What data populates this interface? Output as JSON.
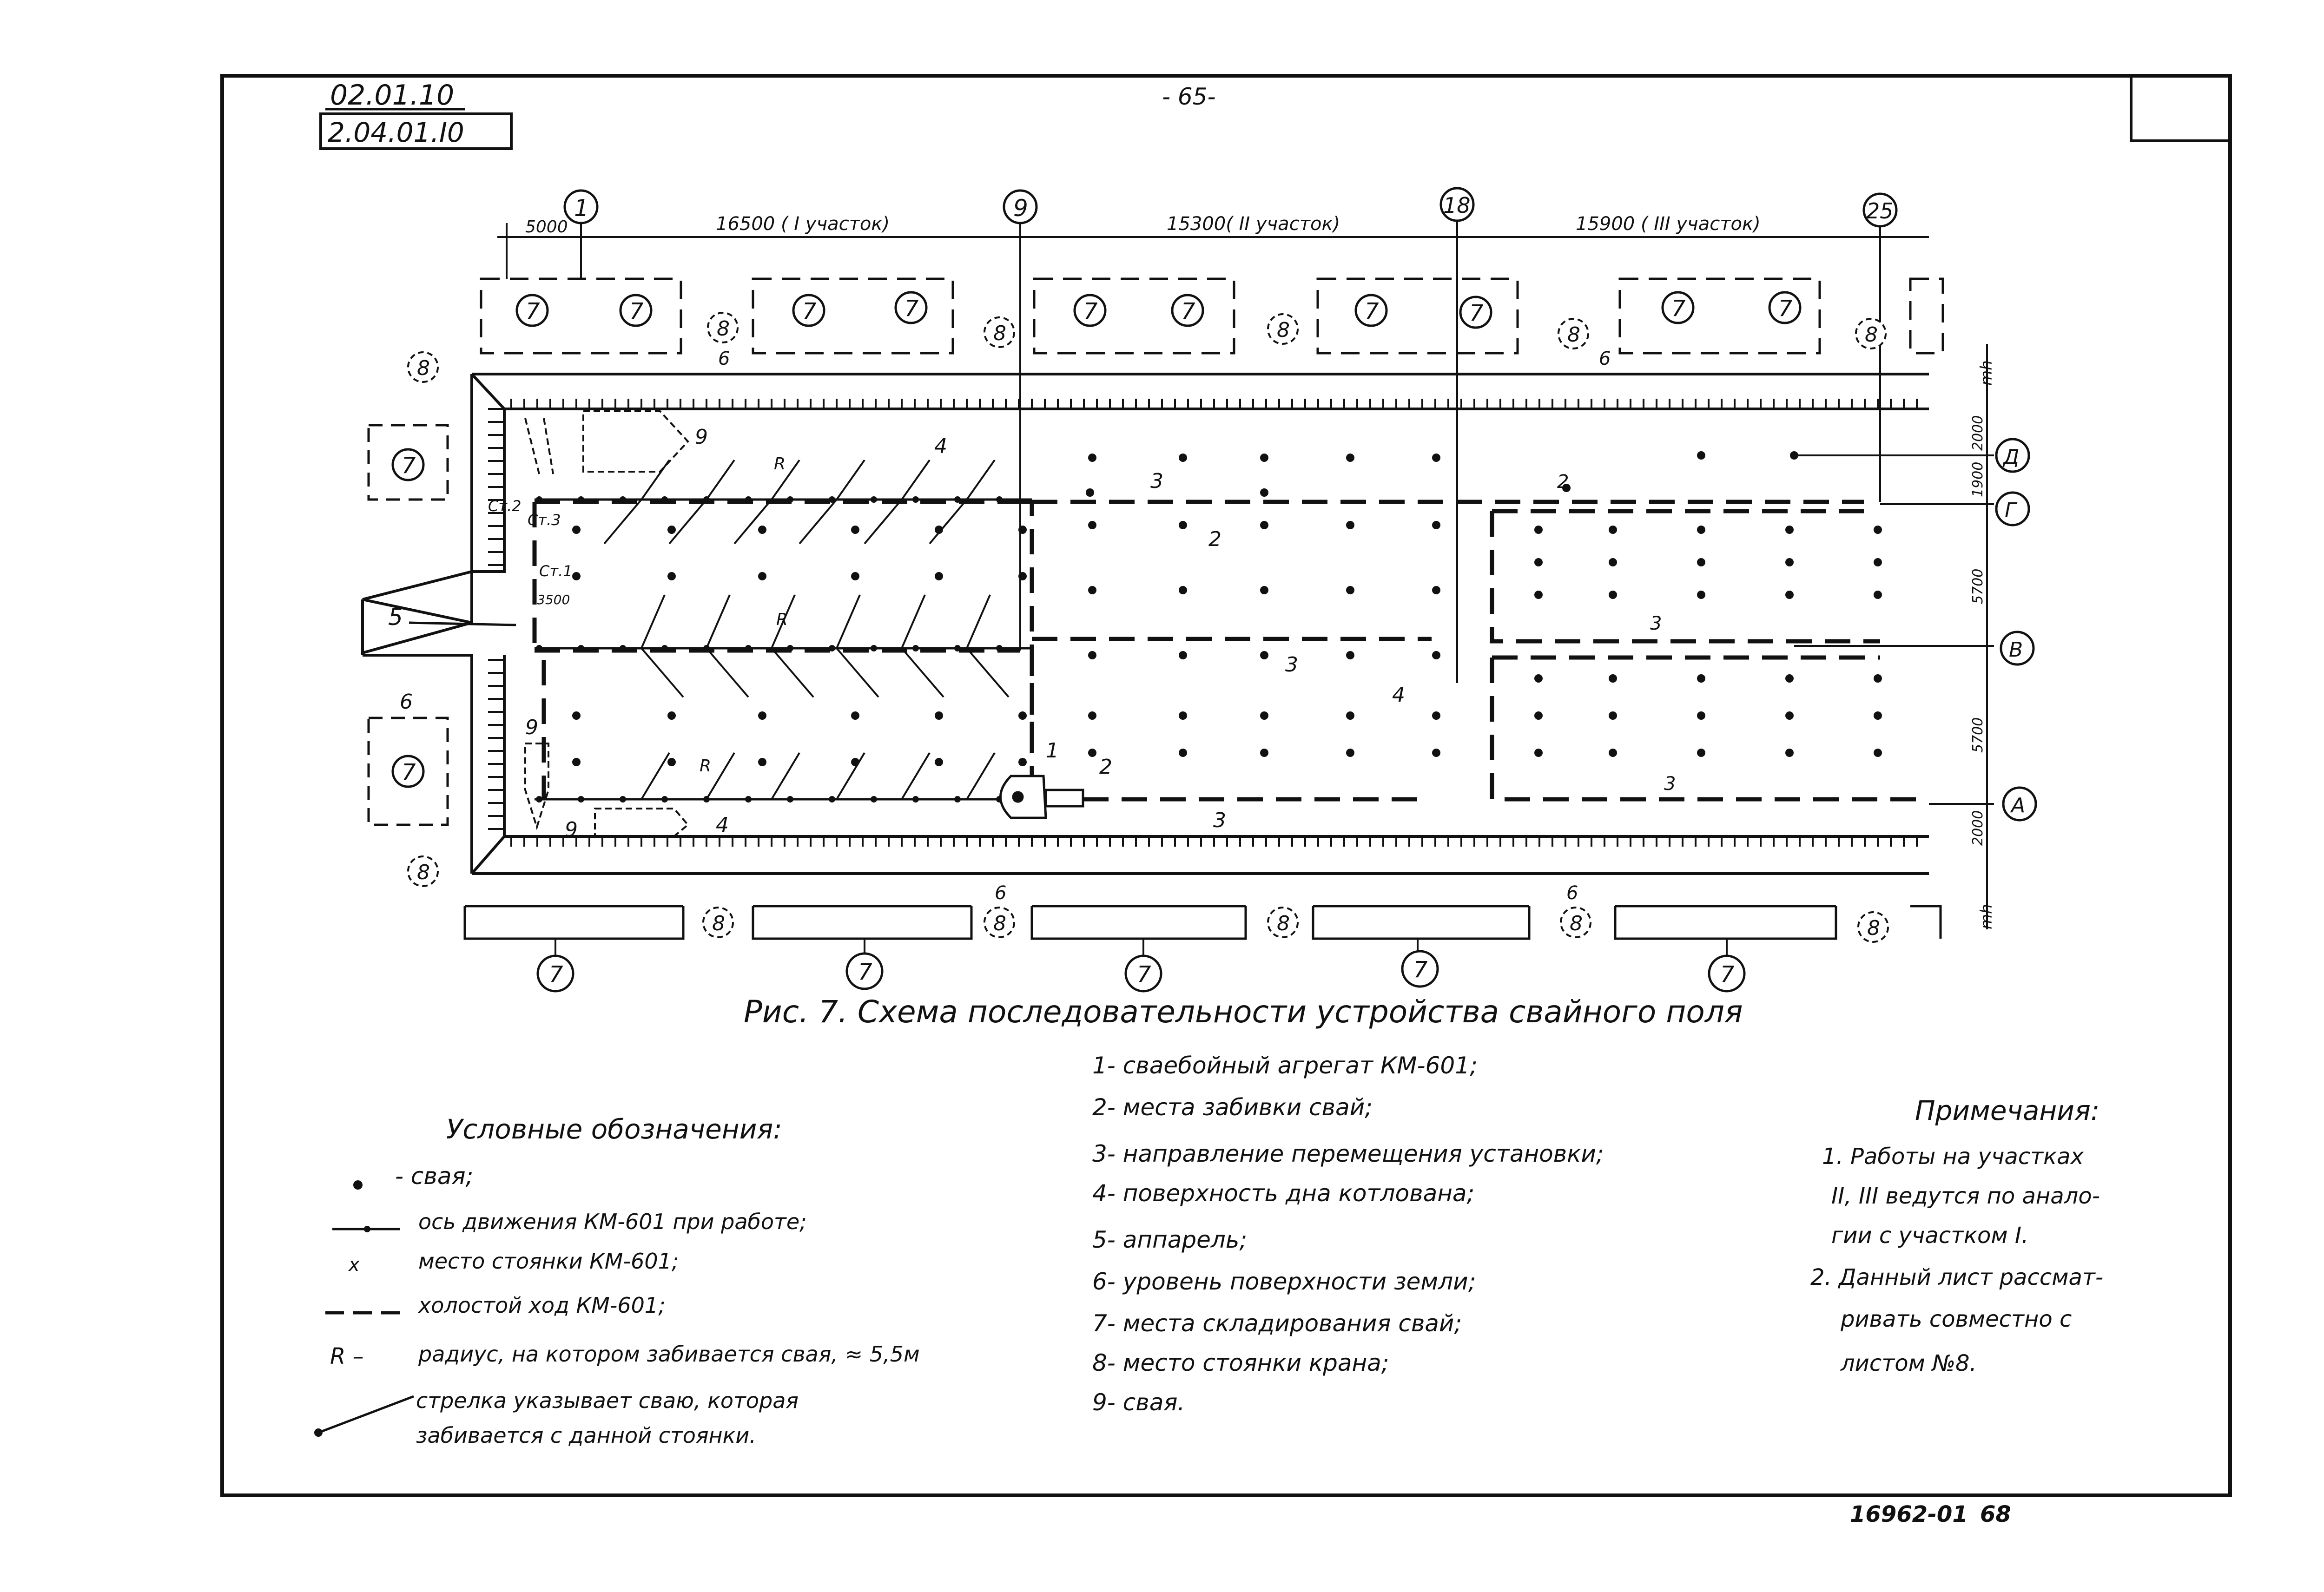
{
  "header": {
    "code_top": "02.01.10",
    "code_box": "2.04.01.I0",
    "page_number": "- 65-",
    "sheet_footer": "16962-01",
    "sheet_number": "68"
  },
  "plan": {
    "axes_top": [
      "1",
      "9",
      "18",
      "25"
    ],
    "dims_top": [
      "5000",
      "16500 ( I участок)",
      "15300( II участок)",
      "15900 ( III участок)"
    ],
    "axes_right": [
      "Д",
      "Г",
      "В",
      "А"
    ],
    "dims_right": [
      "mh",
      "2000",
      "1900",
      "5700",
      "5700",
      "2000",
      "mh"
    ],
    "stack_label": "7",
    "crane_label": "8",
    "ground_label": "6",
    "ramp_label": "5",
    "pile_label": "9",
    "pile_position_label": "2",
    "movement_label": "3",
    "pit_bottom_label": "4",
    "unit_label": "1",
    "radius_label": "R",
    "station_labels": [
      "Ст.2",
      "Ст.3",
      "Ст.1"
    ],
    "small_dim": "3500"
  },
  "caption": "Рис. 7. Схема последовательности устройства свайного поля",
  "legend": {
    "title": "Условные обозначения:",
    "items": [
      {
        "symbol": "•",
        "text": "- свая;"
      },
      {
        "symbol": "",
        "text": "ось движения КМ-601 при работе;"
      },
      {
        "symbol": "x",
        "text": "место стоянки КМ-601;"
      },
      {
        "symbol": "",
        "text": "холостой ход КМ-601;"
      },
      {
        "symbol": "R –",
        "text": "радиус, на котором забивается свая, ≈ 5,5м"
      },
      {
        "symbol": "",
        "text": "стрелка указывает сваю, которая"
      },
      {
        "symbol": "",
        "text": "забивается с данной стоянки."
      }
    ]
  },
  "numbered": [
    "1- сваебойный агрегат КМ-601;",
    "2- места забивки свай;",
    "3- направление перемещения установки;",
    "4- поверхность дна котлована;",
    "5- аппарель;",
    "6- уровень поверхности земли;",
    "7- места складирования свай;",
    "8- место стоянки крана;",
    "9- свая."
  ],
  "notes": {
    "title": "Примечания:",
    "lines": [
      "1. Работы на участках",
      "II, III ведутся по анало-",
      "гии с участком I.",
      "2. Данный лист рассмат-",
      "ривать совместно с",
      "листом №8."
    ]
  }
}
